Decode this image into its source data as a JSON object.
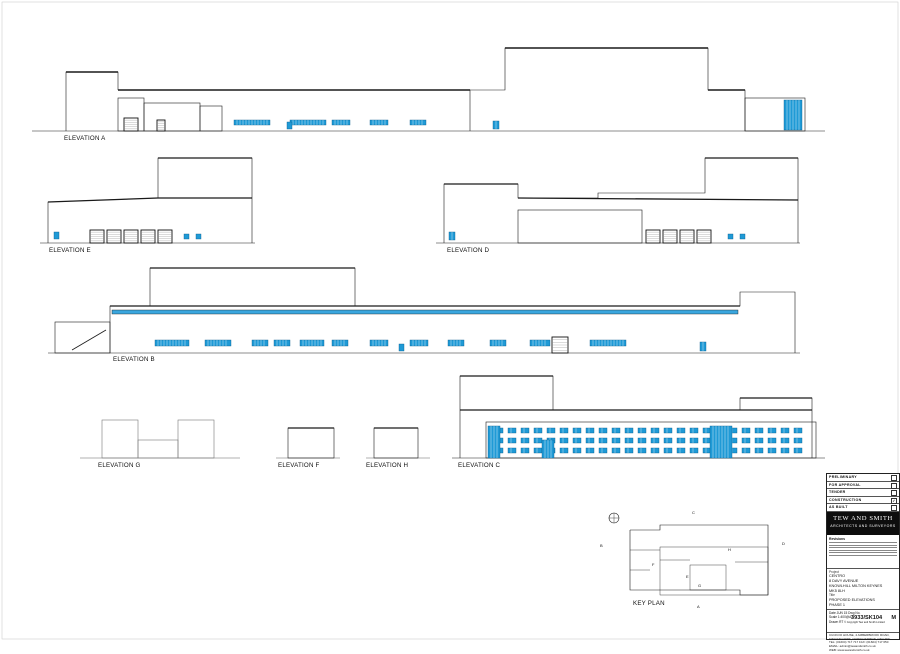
{
  "drawing": {
    "elevation_labels": {
      "a": "ELEVATION A",
      "e": "ELEVATION E",
      "d": "ELEVATION D",
      "b": "ELEVATION B",
      "g": "ELEVATION G",
      "f": "ELEVATION F",
      "h": "ELEVATION H",
      "c": "ELEVATION C"
    },
    "key_plan_label": "KEY PLAN",
    "key_plan_markers": [
      "A",
      "B",
      "C",
      "D",
      "E",
      "F",
      "G",
      "H"
    ],
    "colors": {
      "line": "#1a1a1a",
      "glazing": "#1f9ad6",
      "glazing_dark": "#0a5f8f"
    }
  },
  "title_block": {
    "status_rows": [
      "PRELIMINARY",
      "FOR APPROVAL",
      "TENDER",
      "CONSTRUCTION",
      "AS BUILT"
    ],
    "checked_status": "CONSTRUCTION",
    "firm_name": "TEW AND SMITH",
    "firm_subtitle": "ARCHITECTS AND SURVEYORS",
    "revisions_heading": "Revisions",
    "project_heading": "Project",
    "project_lines": [
      "CENTRO",
      "8 DAVY AVENUE",
      "KNOWLHILL MILTON KEYNES",
      "MK5 8LH"
    ],
    "title_heading": "Title",
    "title_lines": [
      "PROPOSED ELEVATIONS",
      "PHASE 1"
    ],
    "date_label": "Date",
    "date_value": "JUN 15",
    "scale_label": "Scale",
    "scale_value": "1:400@A3",
    "drawn_label": "Drawn",
    "drawn_value": "RT",
    "dwg_no_label": "Dwg No.",
    "dwg_no": "3933/SK104",
    "rev_label": "Rev",
    "rev_value": "M",
    "copyright": "© Copyright Tew and Smith Limited",
    "address_lines": [
      "CUCKOO HOUSE, 4 AMBERBROOK ROAD,",
      "KINGSTHORPE, NORTHAMPTON, NN2 7NE",
      "TEL: (01604) 717 717  FAX: (01604) 717 650",
      "EMAIL: admin@tewandsmith.co.uk",
      "WEB: www.tewandsmith.co.uk"
    ]
  }
}
